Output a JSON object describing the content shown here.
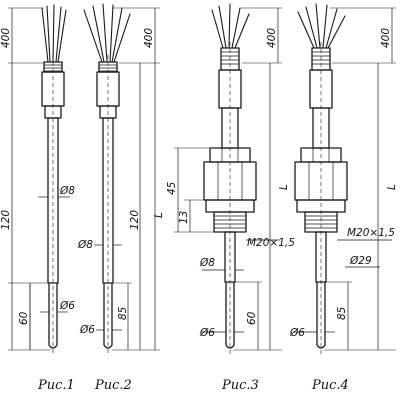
{
  "captions": [
    "Рис.1",
    "Рис.2",
    "Рис.3",
    "Рис.4"
  ],
  "dimensions": {
    "fig1": {
      "wire_length": "400",
      "length": "120",
      "dia_top": "Ø8",
      "tip_length": "60",
      "dia_tip": "Ø6"
    },
    "fig2": {
      "wire_length": "400",
      "length": "120",
      "dia_top": "Ø8",
      "L": "L",
      "tip_length": "85",
      "dia_tip": "Ø6"
    },
    "fig3": {
      "wire_length": "400",
      "L": "L",
      "fitting_height": "45",
      "thread_height": "13",
      "thread": "M20×1,5",
      "dia_stem": "Ø8",
      "tip_length": "60",
      "dia_tip": "Ø6"
    },
    "fig4": {
      "wire_length": "400",
      "L": "L",
      "thread": "M20×1,5",
      "dia_fitting": "Ø29",
      "tip_length": "85",
      "dia_tip": "Ø6"
    }
  }
}
